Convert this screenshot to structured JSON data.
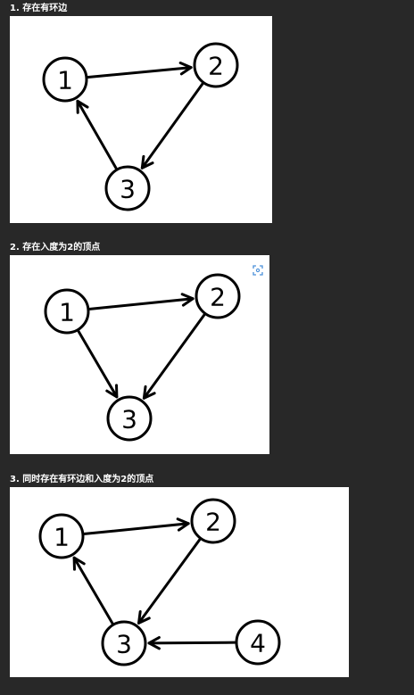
{
  "sections": [
    {
      "heading": "1. 存在有环边",
      "nodes": [
        {
          "id": "1",
          "label": "1"
        },
        {
          "id": "2",
          "label": "2"
        },
        {
          "id": "3",
          "label": "3"
        }
      ],
      "edges": [
        {
          "from": "1",
          "to": "2"
        },
        {
          "from": "2",
          "to": "3"
        },
        {
          "from": "3",
          "to": "1"
        }
      ]
    },
    {
      "heading": "2. 存在入度为2的顶点",
      "nodes": [
        {
          "id": "1",
          "label": "1"
        },
        {
          "id": "2",
          "label": "2"
        },
        {
          "id": "3",
          "label": "3"
        }
      ],
      "edges": [
        {
          "from": "1",
          "to": "2"
        },
        {
          "from": "1",
          "to": "3"
        },
        {
          "from": "2",
          "to": "3"
        }
      ]
    },
    {
      "heading": "3. 同时存在有环边和入度为2的顶点",
      "nodes": [
        {
          "id": "1",
          "label": "1"
        },
        {
          "id": "2",
          "label": "2"
        },
        {
          "id": "3",
          "label": "3"
        },
        {
          "id": "4",
          "label": "4"
        }
      ],
      "edges": [
        {
          "from": "1",
          "to": "2"
        },
        {
          "from": "2",
          "to": "3"
        },
        {
          "from": "3",
          "to": "1"
        },
        {
          "from": "4",
          "to": "3"
        }
      ]
    }
  ],
  "icons": {
    "scan": "scan-icon"
  }
}
